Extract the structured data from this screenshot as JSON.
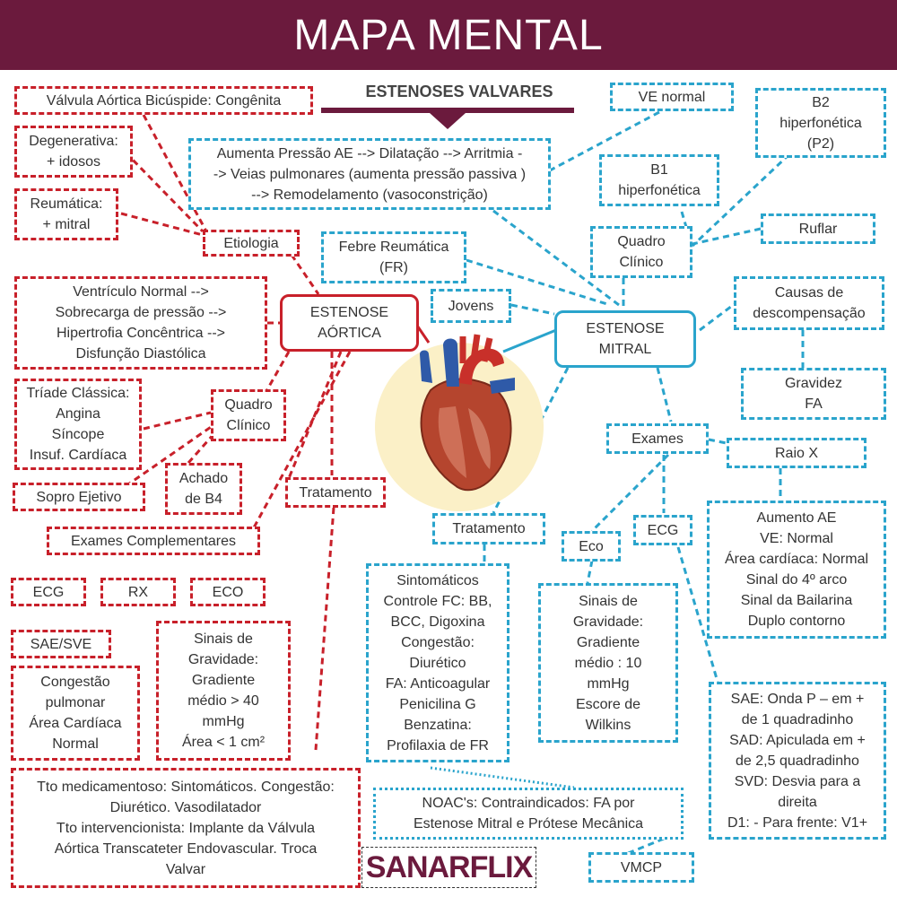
{
  "header": {
    "title": "MAPA MENTAL"
  },
  "subtitle": "ESTENOSES VALVARES",
  "brand": {
    "text": "SANARFLIX"
  },
  "colors": {
    "header": "#6b1a3d",
    "aortic": "#c8202a",
    "mitral": "#2aa4cc",
    "heart_bg": "#fbf0c7"
  },
  "aortic": {
    "title": "ESTENOSE\nAÓRTICA",
    "etiologia": "Etiologia",
    "bicuspide": "Válvula Aórtica Bicúspide: Congênita",
    "degenerativa": "Degenerativa:\n+ idosos",
    "reumatica": "Reumática:\n+ mitral",
    "fisiopatologia": "Ventrículo Normal -->\nSobrecarga de pressão -->\nHipertrofia Concêntrica -->\nDisfunção Diastólica",
    "quadro_clinico": "Quadro\nClínico",
    "triade": "Tríade Clássica:\nAngina\nSíncope\nInsuf. Cardíaca",
    "sopro": "Sopro Ejetivo",
    "achado_b4": "Achado\nde B4",
    "tratamento": "Tratamento",
    "exames": "Exames Complementares",
    "ecg": "ECG",
    "rx": "RX",
    "eco": "ECO",
    "sae_sve": "SAE/SVE",
    "rx_achados": "Congestão\npulmonar\nÁrea Cardíaca\nNormal",
    "eco_gravidade": "Sinais de\nGravidade:\nGradiente\nmédio > 40\nmmHg\nÁrea < 1 cm²",
    "tto": "Tto medicamentoso: Sintomáticos. Congestão:\nDiurético. Vasodilatador\nTto intervencionista: Implante da Válvula\nAórtica Transcateter Endovascular. Troca\nValvar"
  },
  "mitral": {
    "title": "ESTENOSE\nMITRAL",
    "fisiopatologia": "Aumenta Pressão AE --> Dilatação --> Arritmia -\n-> Veias pulmonares (aumenta pressão passiva )\n--> Remodelamento (vasoconstrição)",
    "ve_normal": "VE normal",
    "b2": "B2\nhiperfonética\n(P2)",
    "b1": "B1\nhiperfonética",
    "ruflar": "Ruflar",
    "quadro_clinico": "Quadro\nClínico",
    "febre": "Febre Reumática\n(FR)",
    "jovens": "Jovens",
    "causas": "Causas de\ndescompensação",
    "gravidez": "Gravidez\nFA",
    "exames": "Exames",
    "raiox": "Raio X",
    "raiox_achados": "Aumento AE\nVE: Normal\nÁrea cardíaca: Normal\nSinal do 4º arco\nSinal da Bailarina\nDuplo contorno",
    "tratamento": "Tratamento",
    "eco": "Eco",
    "ecg": "ECG",
    "tto": "Sintomáticos\nControle FC: BB,\nBCC, Digoxina\nCongestão:\nDiurético\nFA: Anticoagular\nPenicilina G\nBenzatina:\nProfilaxia de FR",
    "eco_gravidade": "Sinais de\nGravidade:\nGradiente\nmédio : 10\nmmHg\nEscore de\nWilkins",
    "ecg_achados": "SAE: Onda P – em +\nde 1 quadradinho\nSAD: Apiculada em +\nde 2,5 quadradinho\nSVD: Desvia para a\ndireita\nD1: - Para frente: V1+",
    "noac": "NOAC's: Contraindicados: FA por\nEstenose Mitral e Prótese Mecânica",
    "vmcp": "VMCP"
  }
}
